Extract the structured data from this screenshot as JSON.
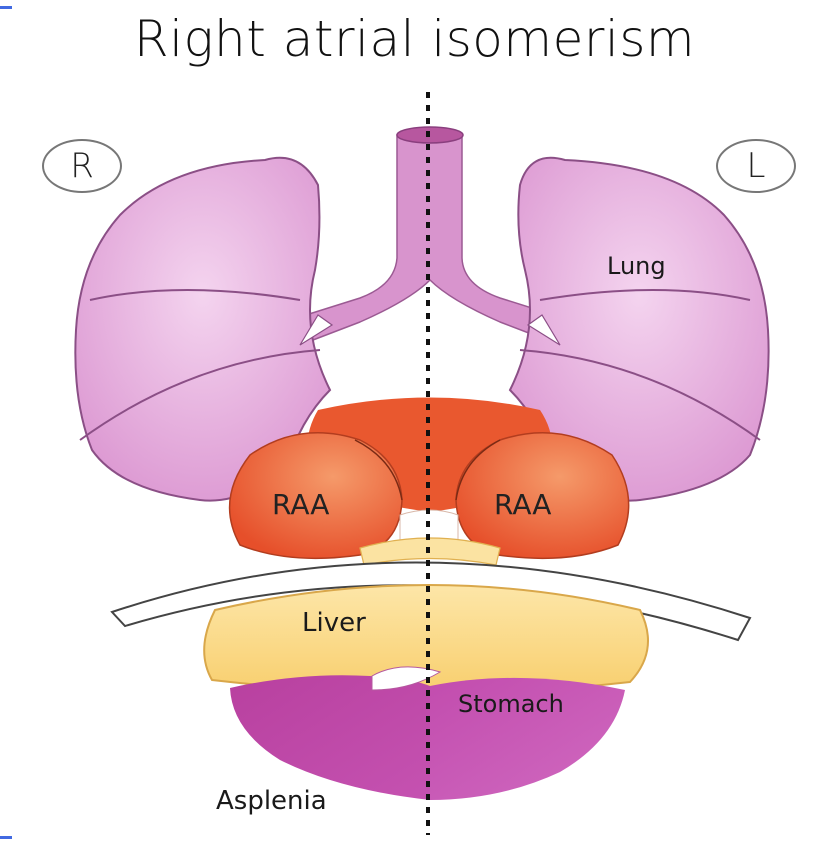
{
  "title": "Right atrial isomerism",
  "side_left": "R",
  "side_right": "L",
  "labels": {
    "lung": "Lung",
    "raa_left": "RAA",
    "raa_right": "RAA",
    "liver": "Liver",
    "stomach": "Stomach",
    "asplenia": "Asplenia"
  },
  "colors": {
    "lung": "#e4a8da",
    "lung_outline": "#8b4f86",
    "trachea": "#d48cc9",
    "atrium": "#ea5a33",
    "atrium_light": "#f28a5e",
    "liver": "#fbd783",
    "stomach": "#c94fb4",
    "diaphragm": "#ffffff",
    "midline": "#111111"
  }
}
